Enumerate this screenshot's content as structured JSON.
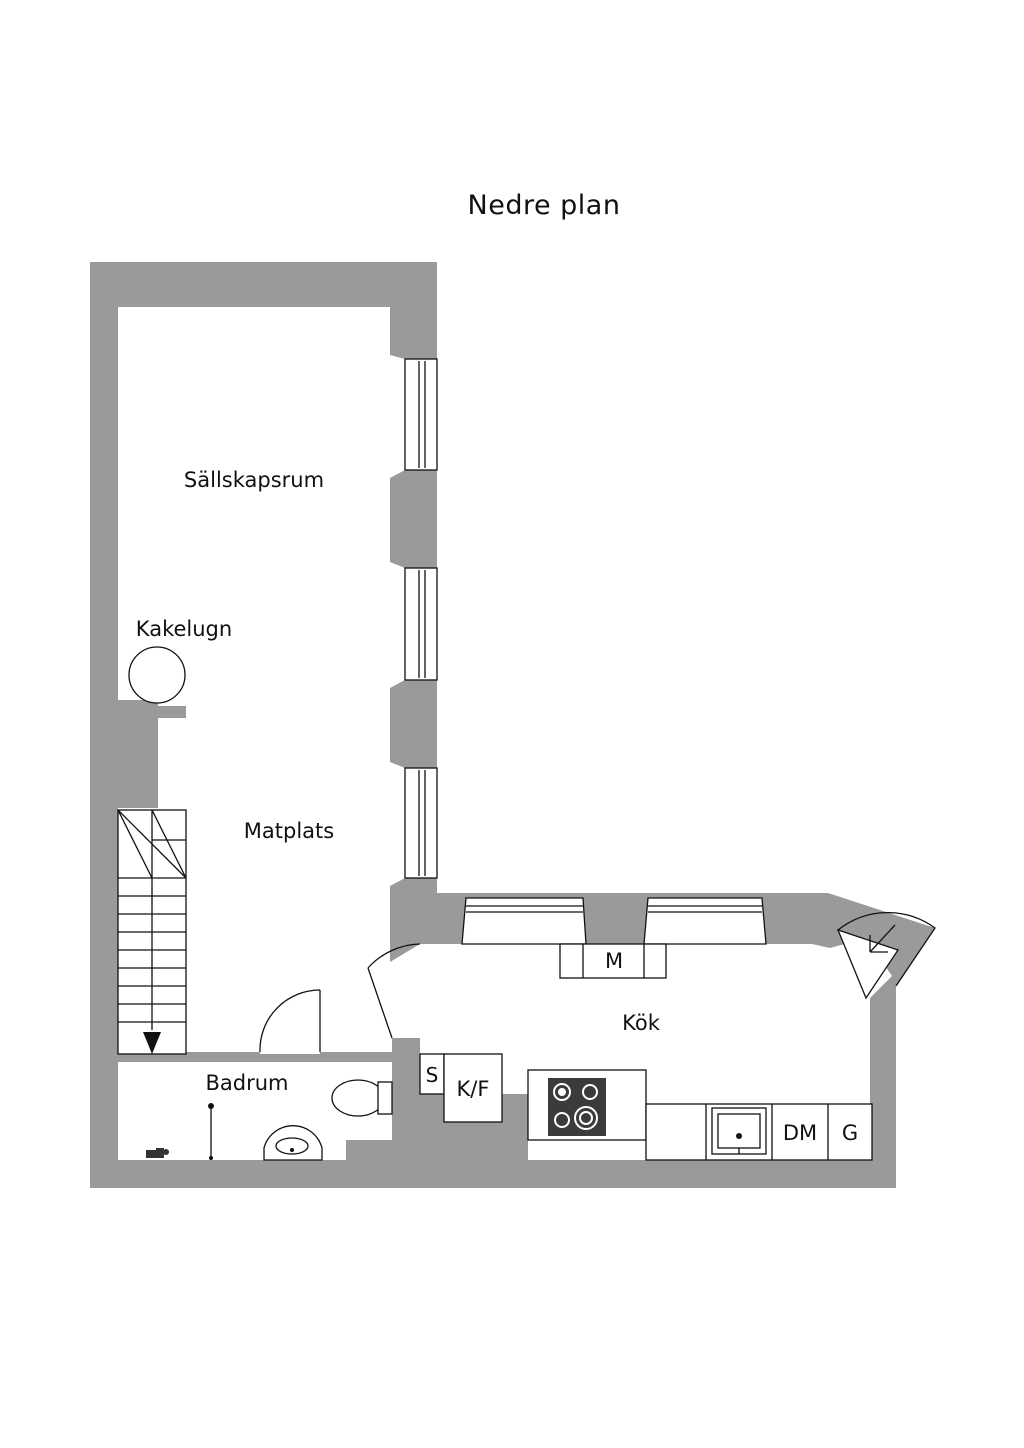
{
  "plan": {
    "title": "Nedre plan",
    "wall_color": "#9a9a9a",
    "appliance_color": "#3b3b3b"
  },
  "rooms": {
    "living": "Sällskapsrum",
    "stove_label": "Kakelugn",
    "dining": "Matplats",
    "bathroom": "Badrum",
    "kitchen": "Kök"
  },
  "fixtures": {
    "microwave": "M",
    "storage": "S",
    "fridge_freezer": "K/F",
    "dishwasher": "DM",
    "g_unit": "G"
  },
  "icons": [
    "stairs-arrow-icon",
    "tile-stove-icon",
    "toilet-icon",
    "washbasin-icon",
    "shower-icon",
    "cooktop-icon",
    "sink-icon",
    "door-swing-icon"
  ]
}
